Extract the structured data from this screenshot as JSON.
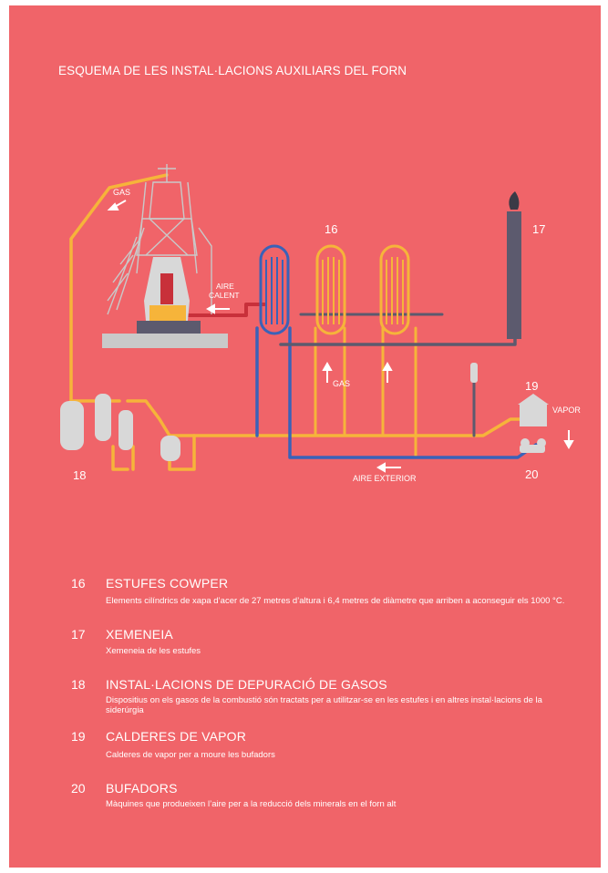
{
  "title": "ESQUEMA DE LES INSTAL·LACIONS AUXILIARS DEL FORN",
  "labels": {
    "gas_top": "GAS",
    "aire_calent_1": "AIRE",
    "aire_calent_2": "CALENT",
    "gas_mid": "GAS",
    "vapor": "VAPOR",
    "aire_exterior": "AIRE EXTERIOR",
    "n16": "16",
    "n17": "17",
    "n18": "18",
    "n19": "19",
    "n20": "20"
  },
  "legend": [
    {
      "num": "16",
      "title": "ESTUFES COWPER",
      "desc": "Elements cilíndrics de xapa d’acer de 27 metres d’altura i 6,4 metres de diàmetre que arriben a aconseguir els 1000 °C."
    },
    {
      "num": "17",
      "title": "XEMENEIA",
      "desc": "Xemeneia de les estufes"
    },
    {
      "num": "18",
      "title": "INSTAL·LACIONS DE DEPURACIÓ DE GASOS",
      "desc": "Dispositius on els gasos de la combustió són tractats per a utilitzar-se en les estufes i en altres instal·lacions de la siderúrgia"
    },
    {
      "num": "19",
      "title": "CALDERES DE VAPOR",
      "desc": "Calderes de vapor per a moure les bufadors"
    },
    {
      "num": "20",
      "title": "BUFADORS",
      "desc": "Màquines que produeixen l’aire per a la reducció dels minerals en el forn alt"
    }
  ],
  "colors": {
    "background": "#f06469",
    "gas_pipe": "#f6b43a",
    "air_pipe": "#3a62b8",
    "hot_air_pipe": "#c8303a",
    "flue_pipe": "#5c5a6e",
    "equipment": "#c9c9c9"
  }
}
